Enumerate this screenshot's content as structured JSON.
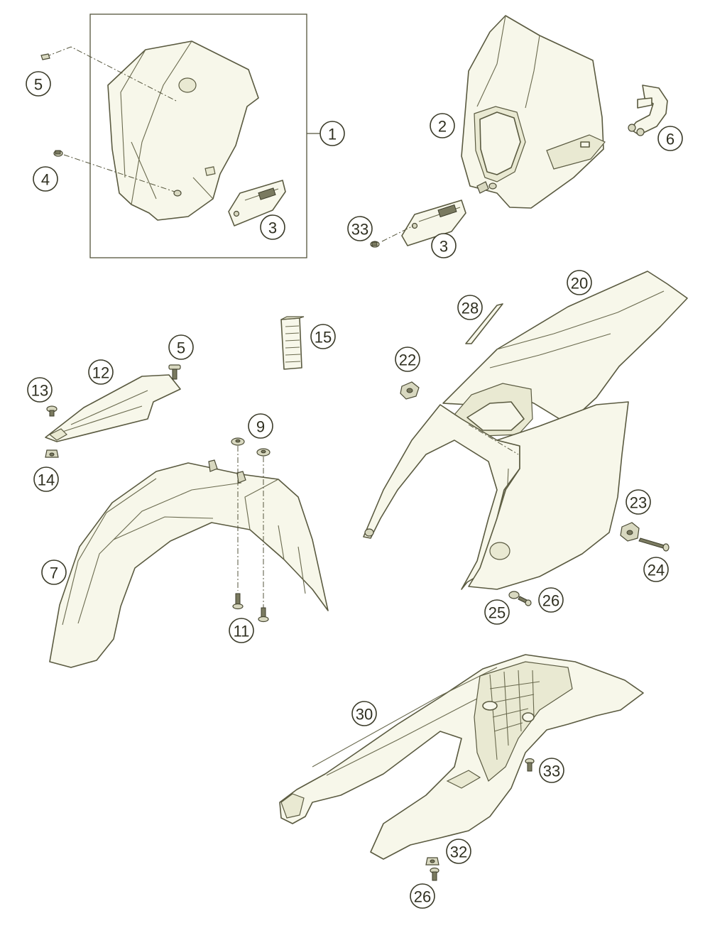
{
  "callouts": {
    "c1": "1",
    "c2": "2",
    "c3a": "3",
    "c3b": "3",
    "c4": "4",
    "c5a": "5",
    "c5b": "5",
    "c6": "6",
    "c7": "7",
    "c9": "9",
    "c11": "11",
    "c12": "12",
    "c13": "13",
    "c14": "14",
    "c15": "15",
    "c20": "20",
    "c22": "22",
    "c23": "23",
    "c24": "24",
    "c25": "25",
    "c26a": "26",
    "c26b": "26",
    "c28": "28",
    "c30": "30",
    "c32": "32",
    "c33a": "33",
    "c33b": "33"
  },
  "colors": {
    "line": "#5a5a40",
    "part_fill": "#f7f7ea",
    "background": "#ffffff"
  }
}
